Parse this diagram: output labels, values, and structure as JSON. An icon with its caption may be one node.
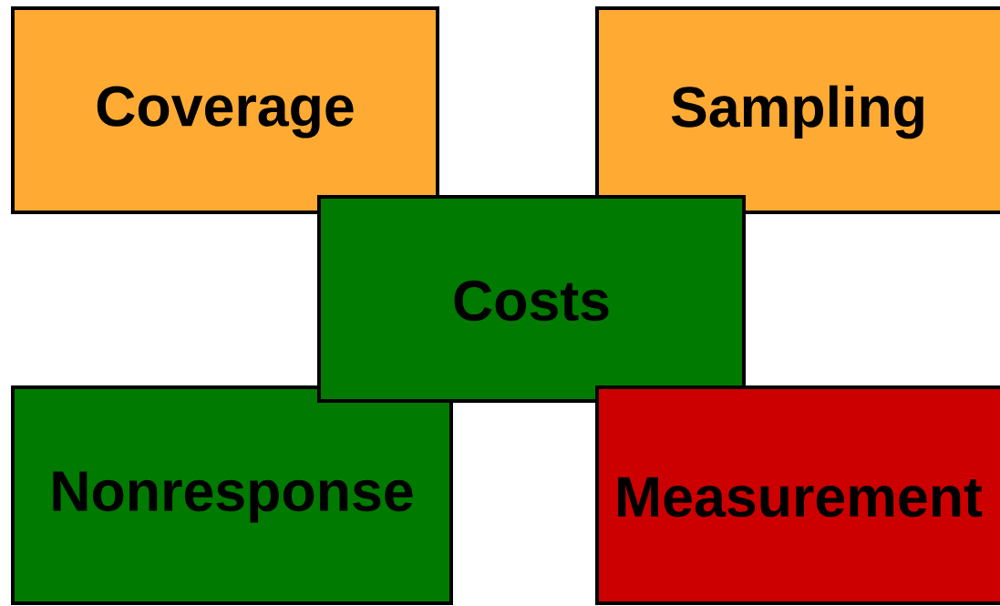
{
  "diagram": {
    "nodes": [
      {
        "text": [
          "Coverage"
        ]
      },
      {
        "text": [
          "Sampling"
        ]
      },
      {
        "text": [
          "Costs"
        ]
      },
      {
        "text": [
          "Nonresponse"
        ]
      },
      {
        "text": [
          "Measurement"
        ]
      }
    ]
  }
}
